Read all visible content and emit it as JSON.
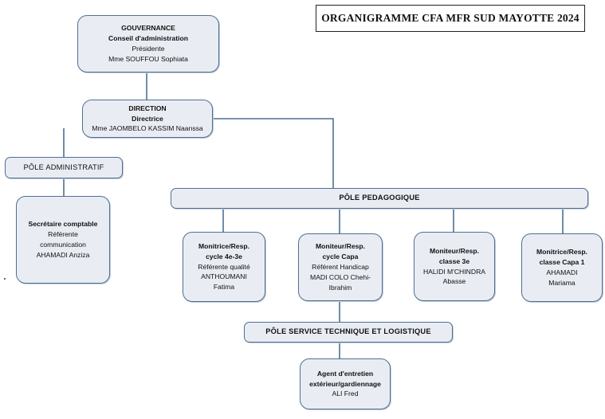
{
  "title": "ORGANIGRAMME CFA MFR SUD MAYOTTE 2024",
  "gouvernance": {
    "heading": "GOUVERNANCE",
    "subheading": "Conseil d'administration",
    "role": "Présidente",
    "name": "Mme SOUFFOU Sophiata"
  },
  "direction": {
    "heading": "DIRECTION",
    "role": "Directrice",
    "name": "Mme JAOMBELO KASSIM Naanssa"
  },
  "pole_administratif": {
    "label": "PÔLE ADMINISTRATIF",
    "member": {
      "role": "Secrétaire comptable",
      "line2": "Référente",
      "line3": "communication",
      "name": "AHAMADI Anziza"
    }
  },
  "pole_pedagogique": {
    "label": "PÔLE PEDAGOGIQUE",
    "members": [
      {
        "role1": "Monitrice/Resp.",
        "role2": "cycle 4e-3e",
        "line3": "Référente qualité",
        "name1": "ANTHOUMANI",
        "name2": "Fatima"
      },
      {
        "role1": "Moniteur/Resp.",
        "role2": "cycle Capa",
        "line3": "Référent Handicap",
        "name1": "MADI COLO Chehi-",
        "name2": "Ibrahim"
      },
      {
        "role1": "Moniteur/Resp.",
        "role2": "classe 3e",
        "name1": "HALIDI M'CHINDRA",
        "name2": "Abasse"
      },
      {
        "role1": "Monitrice/Resp.",
        "role2": "classe Capa 1",
        "name1": "AHAMADI",
        "name2": "Mariama"
      }
    ]
  },
  "pole_service": {
    "label": "PÔLE SERVICE TECHNIQUE ET LOGISTIQUE",
    "member": {
      "role1": "Agent d'entretien",
      "role2": "extérieur/gardiennage",
      "name": "ALI Fred"
    }
  },
  "colors": {
    "box_fill": "#e9edf3",
    "box_border": "#4f6f92",
    "connector": "#4f6f92"
  }
}
